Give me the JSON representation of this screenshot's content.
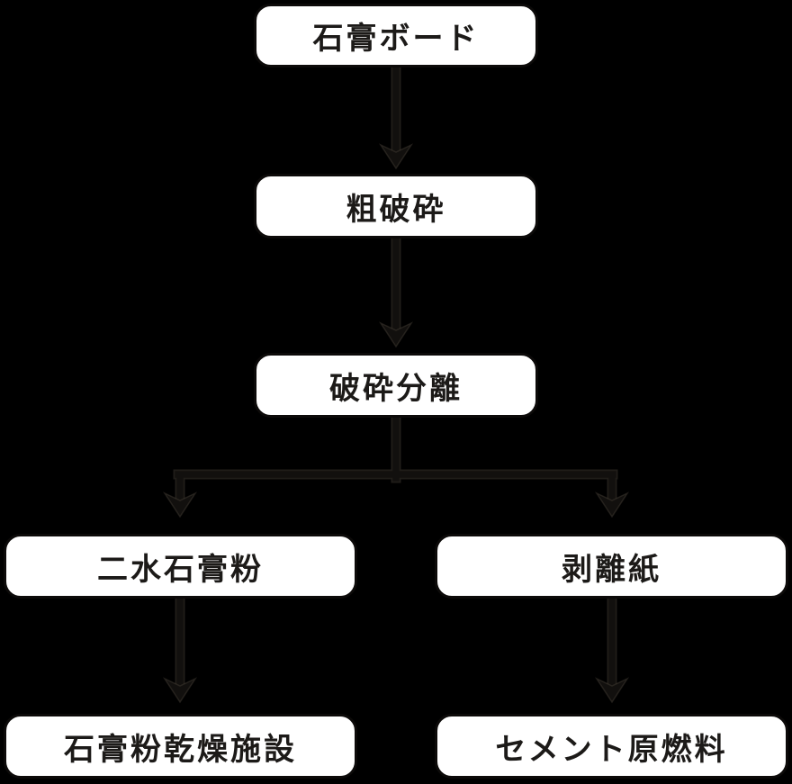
{
  "diagram": {
    "type": "flowchart",
    "direction": "top-down",
    "nodes": {
      "gypsum_board": {
        "label": "石膏ボード"
      },
      "coarse_crushing": {
        "label": "粗破砕"
      },
      "crushing_separation": {
        "label": "破砕分離"
      },
      "dihydrate_gypsum_powder": {
        "label": "二水石膏粉"
      },
      "release_paper": {
        "label": "剥離紙"
      },
      "gypsum_powder_drying_facility": {
        "label": "石膏粉乾燥施設"
      },
      "cement_raw_fuel": {
        "label": "セメント原燃料"
      }
    },
    "edges": [
      {
        "from": "gypsum_board",
        "to": "coarse_crushing"
      },
      {
        "from": "coarse_crushing",
        "to": "crushing_separation"
      },
      {
        "from": "crushing_separation",
        "to": "dihydrate_gypsum_powder"
      },
      {
        "from": "crushing_separation",
        "to": "release_paper"
      },
      {
        "from": "dihydrate_gypsum_powder",
        "to": "gypsum_powder_drying_facility"
      },
      {
        "from": "release_paper",
        "to": "cement_raw_fuel"
      }
    ],
    "colors": {
      "background": "#000000",
      "node_fill": "#ffffff",
      "node_text": "#1c1a18",
      "arrow": "#12100e"
    }
  }
}
